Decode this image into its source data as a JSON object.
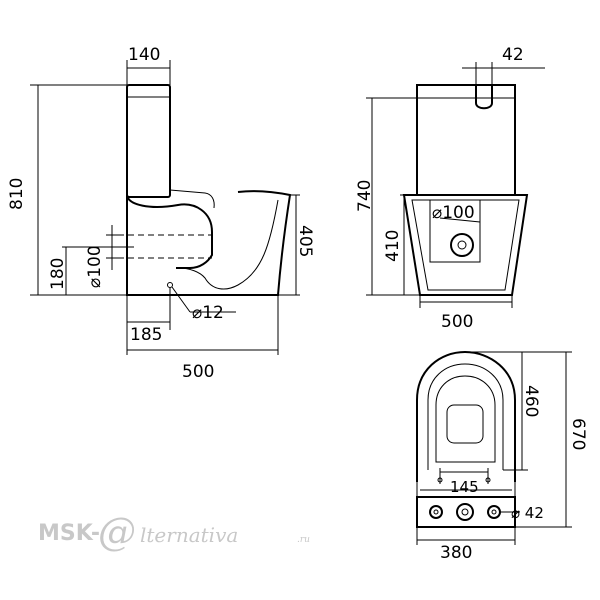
{
  "side_view": {
    "dims": {
      "tank_width": "140",
      "total_height": "810",
      "outlet_height": "180",
      "outlet_diameter": "⌀100",
      "bowl_height": "405",
      "pipe_offset": "185",
      "fixing_hole": "⌀12",
      "depth": "500"
    }
  },
  "front_view": {
    "dims": {
      "button_width": "42",
      "total_height": "740",
      "outlet_diameter": "⌀100",
      "outlet_height": "410",
      "base_width": "500"
    }
  },
  "top_view": {
    "dims": {
      "bowl_length": "460",
      "total_length": "670",
      "hole_spacing": "145",
      "hole_diameter": "⌀ 42",
      "width": "380"
    }
  },
  "watermark": {
    "prefix": "MSK-",
    "at": "@",
    "suffix": "lternativa",
    "tld": ".ru"
  }
}
